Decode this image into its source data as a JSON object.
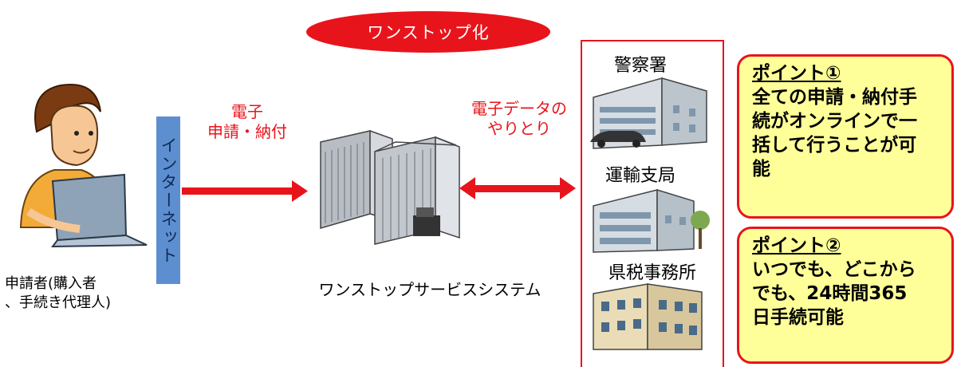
{
  "header": {
    "badge": "ワンストップ化"
  },
  "applicant": {
    "label": "申請者(購入者\n、手続き代理人)"
  },
  "internet": {
    "label": "インターネット"
  },
  "flow": {
    "submit_label": "電子\n申請・納付",
    "exchange_label": "電子データの\nやりとり"
  },
  "system": {
    "label": "ワンストップサービスシステム"
  },
  "agencies": [
    {
      "name": "警察署"
    },
    {
      "name": "運輸支局"
    },
    {
      "name": "県税事務所"
    }
  ],
  "points": [
    {
      "title": "ポイント①",
      "body": "全ての申請・納付手\n続がオンラインで一\n括して行うことが可\n能"
    },
    {
      "title": "ポイント②",
      "body": "いつでも、どこから\nでも、24時間365\n日手続可能"
    }
  ],
  "colors": {
    "accent": "#e8141c",
    "internet_bar": "#5d8fd0",
    "point_bg": "#ffff99"
  }
}
